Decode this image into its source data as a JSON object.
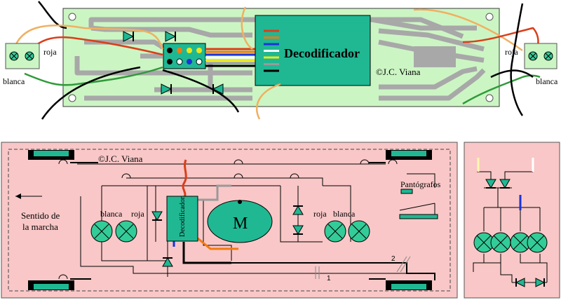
{
  "top_board": {
    "decoder_label": "Decodificador",
    "copyright": "©J.C. Viana",
    "left_lamp": {
      "right_label": "roja",
      "bottom_label": "blanca"
    },
    "right_lamp": {
      "left_label": "roja",
      "bottom_label": "blanca"
    },
    "decoder_wire_colors": [
      "#d93f1a",
      "#f07a10",
      "#1a33d9",
      "#ffffff",
      "#e9e81a",
      "#9a9a9a",
      "#000000"
    ]
  },
  "bottom_schematic": {
    "copyright": "©J.C. Viana",
    "direction_label_line1": "Sentido de",
    "direction_label_line2": "la marcha",
    "pantograph_label": "Pantógrafos",
    "decoder_label": "Decodificador",
    "motor_label": "M",
    "lamp_labels": [
      "blanca",
      "roja",
      "roja",
      "blanca"
    ],
    "wire_number_1": "1",
    "wire_number_2": "2"
  },
  "colors": {
    "board_green": "#ccf5c4",
    "track_gray": "#a8a8a8",
    "pink_panel": "#f9c7c7",
    "teal": "#1fb893",
    "lamp_green": "#33cc99"
  }
}
